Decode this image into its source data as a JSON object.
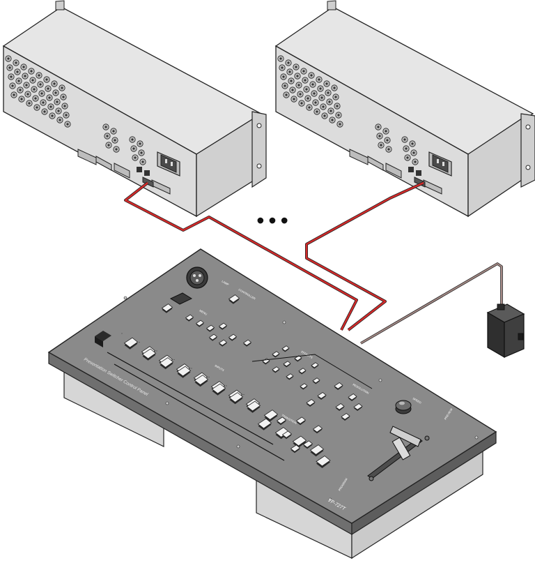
{
  "diagram": {
    "panel": {
      "title": "Presentation Switcher Control Panel",
      "model": "VP-727T",
      "labels": {
        "lamp": "LAMP",
        "controller": "CONTROLLER",
        "menu": "MENU",
        "inputs": "INPUTS",
        "effects": "EFFECTS",
        "resolution": "RESOLUTION",
        "preview": "PREVIEW",
        "program": "PROGRAM",
        "speed": "SPEED",
        "take": "TAKE",
        "transition": "TRANSITION"
      }
    },
    "ellipsis": "•••",
    "colors": {
      "cable": "#d42a2a",
      "power_cord": "#a58a86",
      "panel_top": "#8a8a8a",
      "chassis": "#e6e6e6"
    },
    "components": [
      "switcher-unit-1",
      "switcher-unit-2",
      "control-panel",
      "power-adapter"
    ]
  }
}
